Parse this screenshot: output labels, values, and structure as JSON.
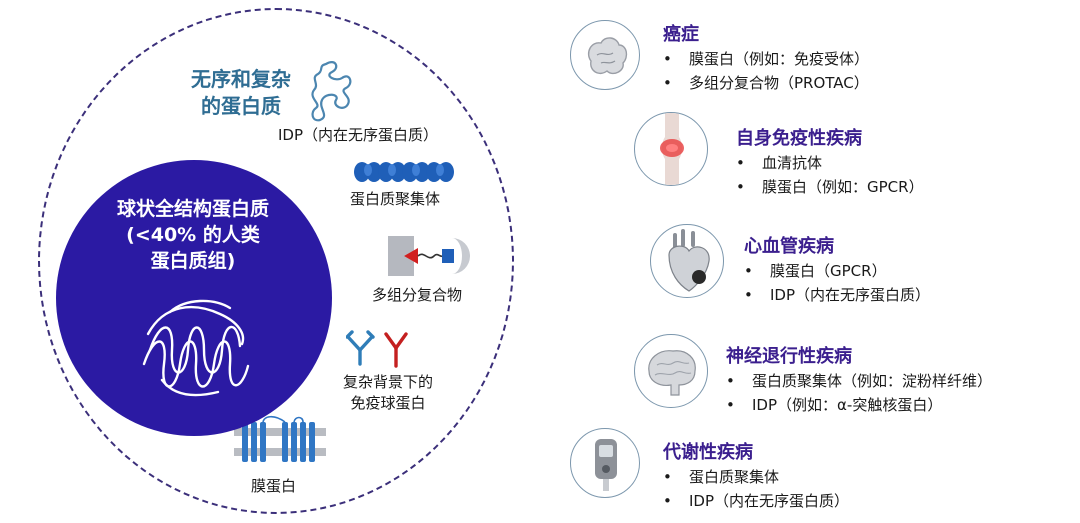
{
  "left_panel": {
    "idp_heading": "无序和复杂\n的蛋白质",
    "globular_title": "球状全结构蛋白质\n(<40% 的人类\n蛋白质组)",
    "labels": {
      "idp": "IDP（内在无序蛋白质）",
      "aggregates": "蛋白质聚集体",
      "protac": "多组分复合物",
      "immuno": "复杂背景下的\n免疫球蛋白",
      "membrane": "膜蛋白"
    }
  },
  "diseases": [
    {
      "title": "癌症",
      "icon": "tumor-icon",
      "items": [
        "膜蛋白（例如：免疫受体）",
        "多组分复合物（PROTAC）"
      ]
    },
    {
      "title": "自身免疫性疾病",
      "icon": "joint-icon",
      "items": [
        "血清抗体",
        "膜蛋白（例如：GPCR）"
      ]
    },
    {
      "title": "心血管疾病",
      "icon": "heart-icon",
      "items": [
        "膜蛋白（GPCR）",
        "IDP（内在无序蛋白质）"
      ]
    },
    {
      "title": "神经退行性疾病",
      "icon": "brain-icon",
      "items": [
        "蛋白质聚集体（例如：淀粉样纤维）",
        "IDP（例如：α-突触核蛋白）"
      ]
    },
    {
      "title": "代谢性疾病",
      "icon": "glucometer-icon",
      "items": [
        "蛋白质聚集体",
        "IDP（内在无序蛋白质）"
      ]
    }
  ],
  "colors": {
    "globular_fill": "#2b1aa3",
    "disease_title": "#3b1f8e",
    "idp_heading": "#2f6d93",
    "dashed_border": "#3b2f7a",
    "icon_border": "#7c97ad"
  }
}
